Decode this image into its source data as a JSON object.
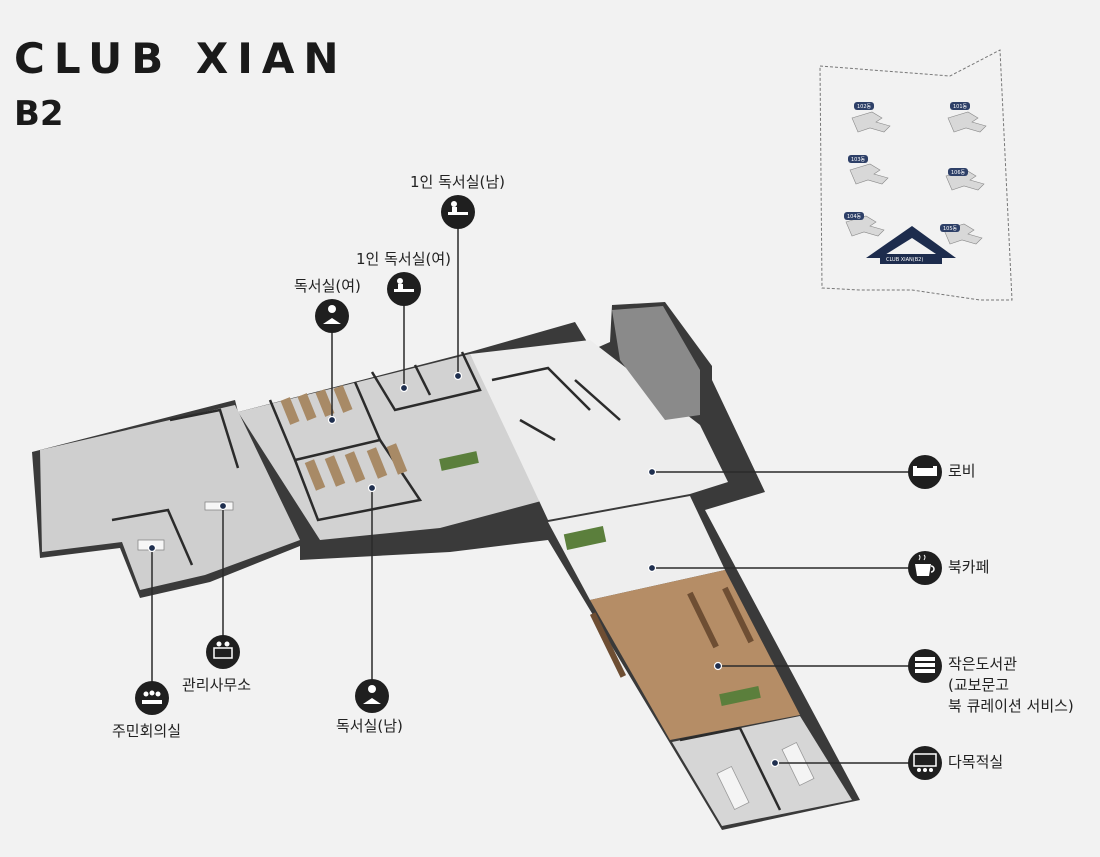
{
  "header": {
    "brand": "CLUB XIAN",
    "floor": "B2"
  },
  "labels": {
    "male_single_reading": "1인 독서실(남)",
    "female_single_reading": "1인 독서실(여)",
    "female_reading": "독서실(여)",
    "male_reading": "독서실(남)",
    "admin_office": "관리사무소",
    "resident_meeting": "주민회의실",
    "lobby": "로비",
    "book_cafe": "북카페",
    "small_library_line1": "작은도서관",
    "small_library_line2": "(교보문고",
    "small_library_line3": "북 큐레이션 서비스)",
    "multipurpose": "다목적실"
  },
  "site_map": {
    "buildings": [
      "102동",
      "101동",
      "103동",
      "106동",
      "104동",
      "105동"
    ],
    "facility": "CLUB XIAN(B2)"
  },
  "colors": {
    "marker": "#1f1f1f",
    "wall": "#2b2b2b",
    "floor_gray": "#c9c9c9",
    "floor_wood": "#b58d66",
    "floor_light": "#ececec",
    "accent": "#1d2c4d"
  }
}
